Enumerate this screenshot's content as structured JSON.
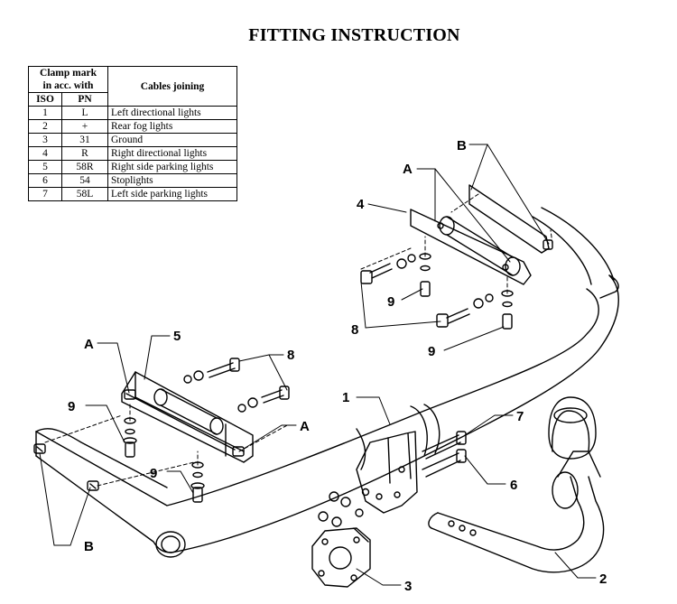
{
  "title": "FITTING INSTRUCTION",
  "table": {
    "header_clamp": [
      "Clamp mark",
      "in acc. with"
    ],
    "header_cables": "Cables joining",
    "col_iso": "ISO",
    "col_pn": "PN",
    "rows": [
      {
        "iso": "1",
        "pn": "L",
        "desc": "Left directional lights"
      },
      {
        "iso": "2",
        "pn": "+",
        "desc": "Rear fog lights"
      },
      {
        "iso": "3",
        "pn": "31",
        "desc": "Ground"
      },
      {
        "iso": "4",
        "pn": "R",
        "desc": "Right directional lights"
      },
      {
        "iso": "5",
        "pn": "58R",
        "desc": "Right side parking lights"
      },
      {
        "iso": "6",
        "pn": "54",
        "desc": "Stoplights"
      },
      {
        "iso": "7",
        "pn": "58L",
        "desc": "Left side parking lights"
      }
    ]
  },
  "labels": {
    "A": "A",
    "B": "B",
    "n1": "1",
    "n2": "2",
    "n3": "3",
    "n4": "4",
    "n5": "5",
    "n6": "6",
    "n7": "7",
    "n8": "8",
    "n9": "9"
  }
}
